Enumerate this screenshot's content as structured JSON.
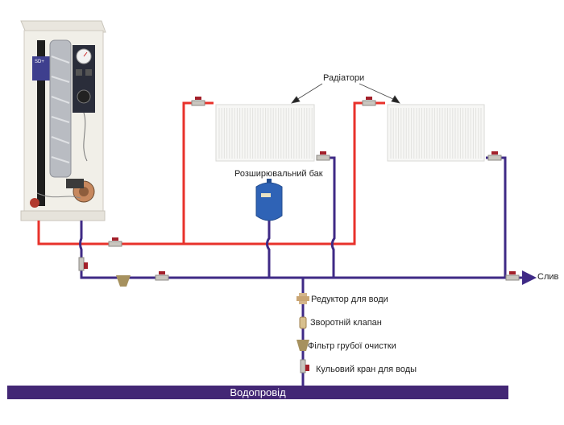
{
  "labels": {
    "radiators": "Радіатори",
    "expansion_tank": "Розширювальний бак",
    "pressure_reducer": "Редуктор для води",
    "check_valve": "Зворотній  клапан",
    "coarse_filter": "Фільтр грубої очистки",
    "ball_valve": "Кульовий кран для воды",
    "drain": "Слив",
    "water_main": "Водопровід"
  },
  "colors": {
    "supply_pipe": "#e8322b",
    "return_pipe": "#3f2a86",
    "water_main": "#432775",
    "tank": "#2f63b6",
    "valve_handle": "#a3202a",
    "brass": "#b89a62"
  },
  "boiler": {
    "panel_label": "SD+"
  }
}
